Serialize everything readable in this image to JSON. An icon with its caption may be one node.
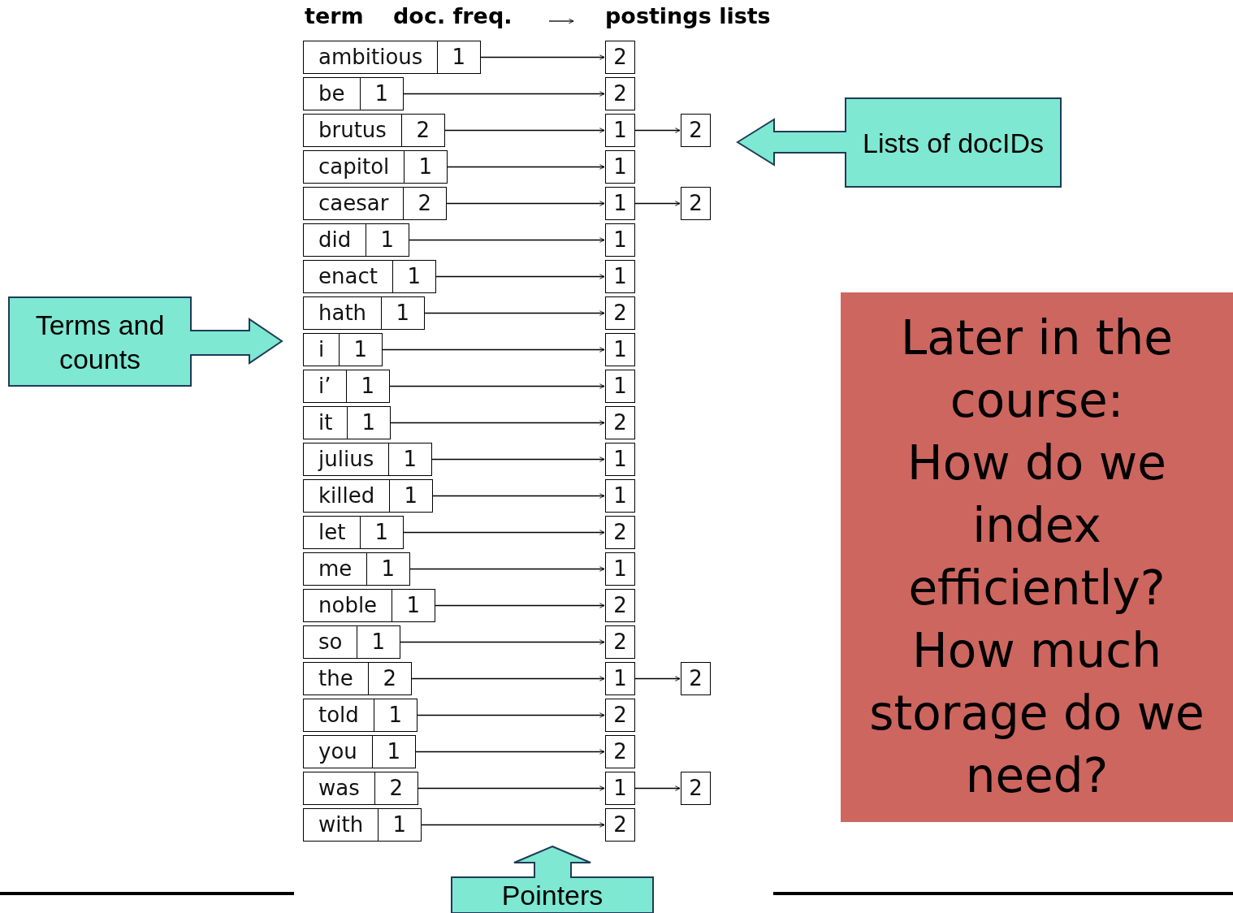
{
  "diagram": {
    "nodes": [
      {
        "text": [
          "ambitious"
        ]
      },
      {
        "text": [
          "1"
        ]
      },
      {
        "text": [
          "2"
        ]
      },
      {
        "text": [
          "be"
        ]
      },
      {
        "text": [
          "1"
        ]
      },
      {
        "text": [
          "2"
        ]
      },
      {
        "text": [
          "brutus"
        ]
      },
      {
        "text": [
          "2"
        ]
      },
      {
        "text": [
          "1"
        ]
      },
      {
        "text": [
          "2"
        ]
      },
      {
        "text": [
          "capitol"
        ]
      },
      {
        "text": [
          "1"
        ]
      },
      {
        "text": [
          "1"
        ]
      },
      {
        "text": [
          "caesar"
        ]
      },
      {
        "text": [
          "2"
        ]
      },
      {
        "text": [
          "1"
        ]
      },
      {
        "text": [
          "2"
        ]
      },
      {
        "text": [
          "did"
        ]
      },
      {
        "text": [
          "1"
        ]
      },
      {
        "text": [
          "1"
        ]
      },
      {
        "text": [
          "enact"
        ]
      },
      {
        "text": [
          "1"
        ]
      },
      {
        "text": [
          "1"
        ]
      },
      {
        "text": [
          "hath"
        ]
      },
      {
        "text": [
          "1"
        ]
      },
      {
        "text": [
          "2"
        ]
      },
      {
        "text": [
          "i"
        ]
      },
      {
        "text": [
          "1"
        ]
      },
      {
        "text": [
          "1"
        ]
      },
      {
        "text": [
          "i’"
        ]
      },
      {
        "text": [
          "1"
        ]
      },
      {
        "text": [
          "1"
        ]
      },
      {
        "text": [
          "it"
        ]
      },
      {
        "text": [
          "1"
        ]
      },
      {
        "text": [
          "2"
        ]
      },
      {
        "text": [
          "julius"
        ]
      },
      {
        "text": [
          "1"
        ]
      },
      {
        "text": [
          "1"
        ]
      },
      {
        "text": [
          "killed"
        ]
      },
      {
        "text": [
          "1"
        ]
      },
      {
        "text": [
          "1"
        ]
      },
      {
        "text": [
          "let"
        ]
      },
      {
        "text": [
          "1"
        ]
      },
      {
        "text": [
          "2"
        ]
      },
      {
        "text": [
          "me"
        ]
      },
      {
        "text": [
          "1"
        ]
      },
      {
        "text": [
          "1"
        ]
      },
      {
        "text": [
          "noble"
        ]
      },
      {
        "text": [
          "1"
        ]
      },
      {
        "text": [
          "2"
        ]
      },
      {
        "text": [
          "so"
        ]
      },
      {
        "text": [
          "1"
        ]
      },
      {
        "text": [
          "2"
        ]
      },
      {
        "text": [
          "the"
        ]
      },
      {
        "text": [
          "2"
        ]
      },
      {
        "text": [
          "1"
        ]
      },
      {
        "text": [
          "2"
        ]
      },
      {
        "text": [
          "told"
        ]
      },
      {
        "text": [
          "1"
        ]
      },
      {
        "text": [
          "2"
        ]
      },
      {
        "text": [
          "you"
        ]
      },
      {
        "text": [
          "1"
        ]
      },
      {
        "text": [
          "2"
        ]
      },
      {
        "text": [
          "was"
        ]
      },
      {
        "text": [
          "2"
        ]
      },
      {
        "text": [
          "1"
        ]
      },
      {
        "text": [
          "2"
        ]
      },
      {
        "text": [
          "with"
        ]
      },
      {
        "text": [
          "1"
        ]
      },
      {
        "text": [
          "2"
        ]
      },
      {
        "text": [
          "Lists of docIDs"
        ]
      },
      {
        "text": [
          "Terms and counts"
        ]
      },
      {
        "text": [
          "Later in the course:",
          "How do we index efficiently?",
          "How much storage do we need?"
        ]
      },
      {
        "text": [
          "Pointers"
        ]
      }
    ],
    "edges": [
      {
        "from": 1,
        "to": 2,
        "arrow": "to"
      },
      {
        "from": 4,
        "to": 5,
        "arrow": "to"
      },
      {
        "from": 7,
        "to": 8,
        "arrow": "to"
      },
      {
        "from": 8,
        "to": 9,
        "arrow": "to"
      },
      {
        "from": 11,
        "to": 12,
        "arrow": "to"
      },
      {
        "from": 14,
        "to": 15,
        "arrow": "to"
      },
      {
        "from": 15,
        "to": 16,
        "arrow": "to"
      },
      {
        "from": 18,
        "to": 19,
        "arrow": "to"
      },
      {
        "from": 21,
        "to": 22,
        "arrow": "to"
      },
      {
        "from": 24,
        "to": 25,
        "arrow": "to"
      },
      {
        "from": 27,
        "to": 28,
        "arrow": "to"
      },
      {
        "from": 30,
        "to": 31,
        "arrow": "to"
      },
      {
        "from": 33,
        "to": 34,
        "arrow": "to"
      },
      {
        "from": 36,
        "to": 37,
        "arrow": "to"
      },
      {
        "from": 39,
        "to": 40,
        "arrow": "to"
      },
      {
        "from": 42,
        "to": 43,
        "arrow": "to"
      },
      {
        "from": 45,
        "to": 46,
        "arrow": "to"
      },
      {
        "from": 48,
        "to": 49,
        "arrow": "to"
      },
      {
        "from": 51,
        "to": 52,
        "arrow": "to"
      },
      {
        "from": 54,
        "to": 55,
        "arrow": "to"
      },
      {
        "from": 55,
        "to": 56,
        "arrow": "to"
      },
      {
        "from": 58,
        "to": 59,
        "arrow": "to"
      },
      {
        "from": 61,
        "to": 62,
        "arrow": "to"
      },
      {
        "from": 64,
        "to": 65,
        "arrow": "to"
      },
      {
        "from": 65,
        "to": 66,
        "arrow": "to"
      },
      {
        "from": 68,
        "to": 69,
        "arrow": "to"
      }
    ],
    "labels": [
      "term",
      "doc. freq.",
      "postings lists"
    ]
  }
}
